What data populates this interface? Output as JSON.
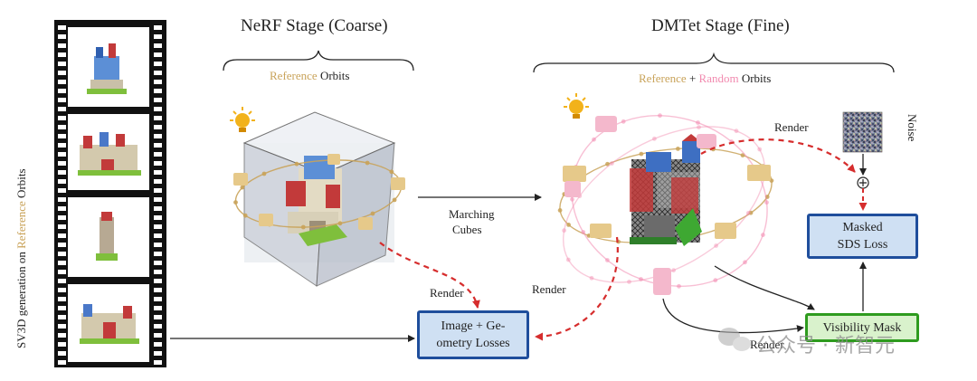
{
  "colors": {
    "reference": "#c9a35a",
    "random": "#f28bb0",
    "box_blue": "#1f4e9c",
    "box_green": "#2e9b1e",
    "arrow_red": "#d62d2d"
  },
  "left_caption": {
    "prefix": "SV3D generation on ",
    "highlight": "Reference",
    "suffix": " Orbits"
  },
  "nerf": {
    "title": "NeRF Stage (Coarse)",
    "orbit_ref": "Reference",
    "orbit_suffix": " Orbits"
  },
  "dmtet": {
    "title": "DMTet Stage (Fine)",
    "orbit_ref": "Reference",
    "orbit_plus": " + ",
    "orbit_random": "Random",
    "orbit_suffix": " Orbits"
  },
  "edges": {
    "marching_1": "Marching",
    "marching_2": "Cubes",
    "render_nerf": "Render",
    "render_dmtet": "Render",
    "render_top": "Render",
    "render_bottom": "Render"
  },
  "noise_label": "Noise",
  "boxes": {
    "losses_1": "Image + Ge-",
    "losses_2": "ometry Losses",
    "sds_1": "Masked",
    "sds_2": "SDS Loss",
    "visibility": "Visibility Mask"
  },
  "icons": [
    "light-bulb-icon",
    "camera-icon",
    "plus-circle-icon",
    "wechat-icon"
  ],
  "watermark": "公众号 · 新智元"
}
